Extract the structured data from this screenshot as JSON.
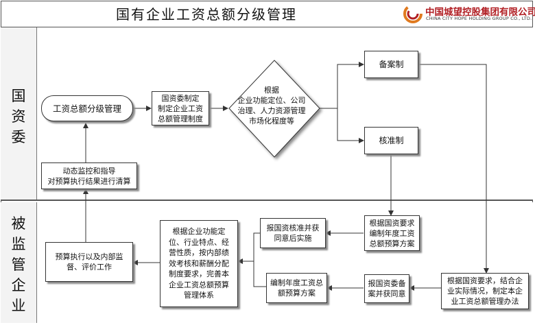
{
  "header": {
    "title": "国有企业工资总额分级管理",
    "logo_name": "中国城望控股集团有限公司",
    "logo_sub": "CHINA CITY HOPE HOLDING GROUP CO., LTD."
  },
  "lanes": [
    {
      "label": "国\n资\n委"
    },
    {
      "label": "被\n监\n管\n企\n业"
    }
  ],
  "nodes": {
    "grading": "工资总额分级管理",
    "sasac_formulate": "国资委制定\n制定企业工资\n总额管理制度",
    "decision": "根据\n企业功能定位、公司\n治理、人力资源管理\n市场化程度等",
    "filing": "备案制",
    "approval": "核准制",
    "monitor": "动态监控和指导\n对预算执行结果进行清算",
    "report_approval": "报国资核准并获\n同意后实施",
    "compile_budget_approval": "根据国资要求\n编制年度工资\n总额预算方案",
    "establish_system": "根据企业功能定\n位、行业特点、经\n营性质，按内部绩\n效考核和薪酬分配\n制度要求，完善本\n企业工资总额预算\n管理体系",
    "execute": "预算执行以及内部监\n督、评价工作",
    "compile_budget_filing": "编制年度工资总\n额预算方案",
    "report_filing": "报国资委备\n案并获同意",
    "enterprise_measures": "根据国资要求，结合企\n业实际情况，制定本企\n业工资总额管理办法"
  }
}
